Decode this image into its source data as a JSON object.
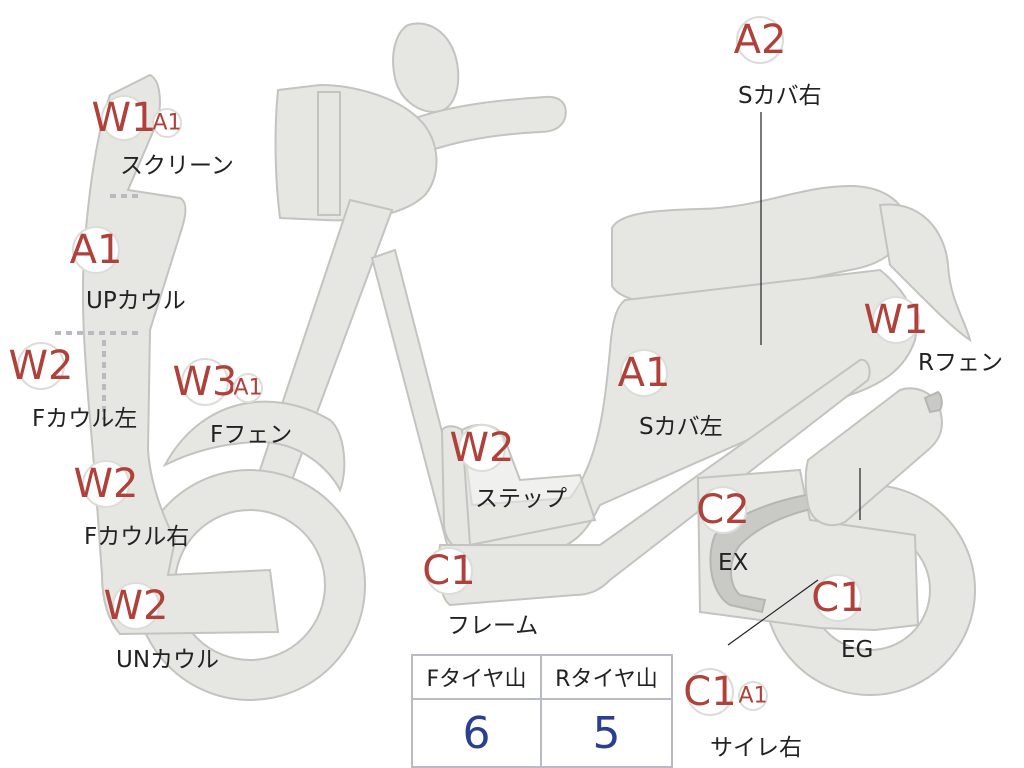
{
  "markers": [
    {
      "id": "screen-grade",
      "grade": "W1",
      "sub": "A1",
      "label": "スクリーン"
    },
    {
      "id": "up-cowl",
      "grade": "A1",
      "sub": "",
      "label": "UPカウル"
    },
    {
      "id": "f-cowl-left",
      "grade": "W2",
      "sub": "",
      "label": "Fカウル左"
    },
    {
      "id": "f-fender",
      "grade": "W3",
      "sub": "A1",
      "label": "Fフェン"
    },
    {
      "id": "f-cowl-right",
      "grade": "W2",
      "sub": "",
      "label": "Fカウル右"
    },
    {
      "id": "un-cowl",
      "grade": "W2",
      "sub": "",
      "label": "UNカウル"
    },
    {
      "id": "step",
      "grade": "W2",
      "sub": "",
      "label": "ステップ"
    },
    {
      "id": "frame",
      "grade": "C1",
      "sub": "",
      "label": "フレーム"
    },
    {
      "id": "s-cover-left",
      "grade": "A1",
      "sub": "",
      "label": "Sカバ左"
    },
    {
      "id": "s-cover-right",
      "grade": "A2",
      "sub": "",
      "label": "Sカバ右"
    },
    {
      "id": "r-fender",
      "grade": "W1",
      "sub": "",
      "label": "Rフェン"
    },
    {
      "id": "exhaust",
      "grade": "C2",
      "sub": "",
      "label": "EX"
    },
    {
      "id": "engine",
      "grade": "C1",
      "sub": "",
      "label": "EG"
    },
    {
      "id": "muffler-right",
      "grade": "C1",
      "sub": "A1",
      "label": "サイレ右"
    }
  ],
  "tire_table": {
    "front_label": "Fタイヤ山",
    "rear_label": "Rタイヤ山",
    "front_value": "6",
    "rear_value": "5"
  },
  "colors": {
    "part_fill": "#e6e6e3",
    "grade_text": "#b0403a",
    "tire_value": "#2a3f8f"
  }
}
